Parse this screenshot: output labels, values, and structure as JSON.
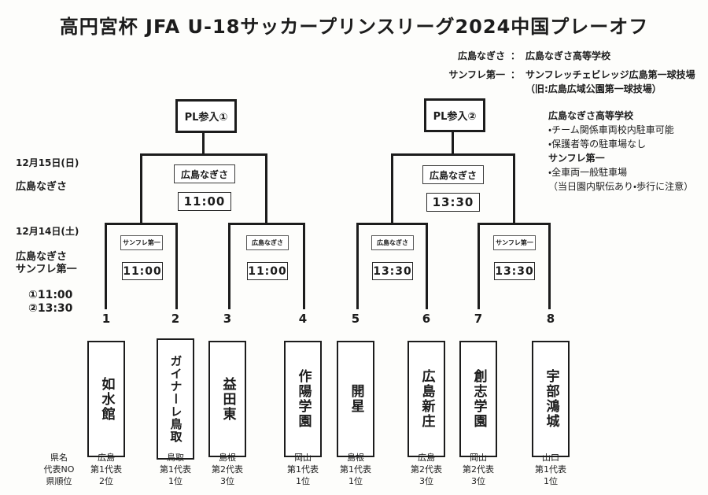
{
  "title": "高円宮杯 JFA U-18サッカープリンスリーグ2024中国プレーオフ",
  "legend": {
    "rows": [
      {
        "abbr": "広島なぎさ",
        "colon": "：",
        "full": "広島なぎさ高等学校"
      },
      {
        "abbr": "サンフレ第一",
        "colon": "：",
        "full": "サンフレッチェビレッジ広島第一球技場"
      }
    ],
    "note": "（旧:広島広域公園第一球技場）"
  },
  "notes": {
    "heading1": "広島なぎさ高等学校",
    "items1": [
      "・チーム関係車両校内駐車可能",
      "・保護者等の駐車場なし"
    ],
    "heading2": "サンフレ第一",
    "items2": [
      "・全車両一般駐車場",
      "（当日園内駅伝あり・歩行に注意）"
    ]
  },
  "schedule": {
    "final_date": "12月15日(日)",
    "final_venue": "広島なぎさ",
    "round1_date": "12月14日(土)",
    "round1_venue1": "広島なぎさ",
    "round1_venue2": "サンフレ第一",
    "kickoff1": "①11:00",
    "kickoff2": "②13:30"
  },
  "semifinals": [
    {
      "advance": "PL参入①",
      "venue": "広島なぎさ",
      "time": "11:00"
    },
    {
      "advance": "PL参入②",
      "venue": "広島なぎさ",
      "time": "13:30"
    }
  ],
  "round1_matches": [
    {
      "venue": "サンフレ第一",
      "time": "11:00"
    },
    {
      "venue": "広島なぎさ",
      "time": "11:00"
    },
    {
      "venue": "広島なぎさ",
      "time": "13:30"
    },
    {
      "venue": "サンフレ第一",
      "time": "13:30"
    }
  ],
  "table_labels": {
    "pref": "県名",
    "rep_no": "代表NO",
    "rank": "県順位"
  },
  "teams": [
    {
      "no": "1",
      "name": "如水館",
      "pref": "広島",
      "rep": "第1代表",
      "rank": "2位"
    },
    {
      "no": "2",
      "name": "ガイナーレ鳥取",
      "pref": "鳥取",
      "rep": "第1代表",
      "rank": "1位"
    },
    {
      "no": "3",
      "name": "益田東",
      "pref": "島根",
      "rep": "第2代表",
      "rank": "3位"
    },
    {
      "no": "4",
      "name": "作陽学園",
      "pref": "岡山",
      "rep": "第1代表",
      "rank": "1位"
    },
    {
      "no": "5",
      "name": "開星",
      "pref": "島根",
      "rep": "第1代表",
      "rank": "1位"
    },
    {
      "no": "6",
      "name": "広島新庄",
      "pref": "広島",
      "rep": "第2代表",
      "rank": "3位"
    },
    {
      "no": "7",
      "name": "創志学園",
      "pref": "岡山",
      "rep": "第2代表",
      "rank": "3位"
    },
    {
      "no": "8",
      "name": "宇部鴻城",
      "pref": "山口",
      "rep": "第1代表",
      "rank": "1位"
    }
  ],
  "colors": {
    "ink": "#1c1c1c",
    "paper": "#fdfdfb"
  }
}
